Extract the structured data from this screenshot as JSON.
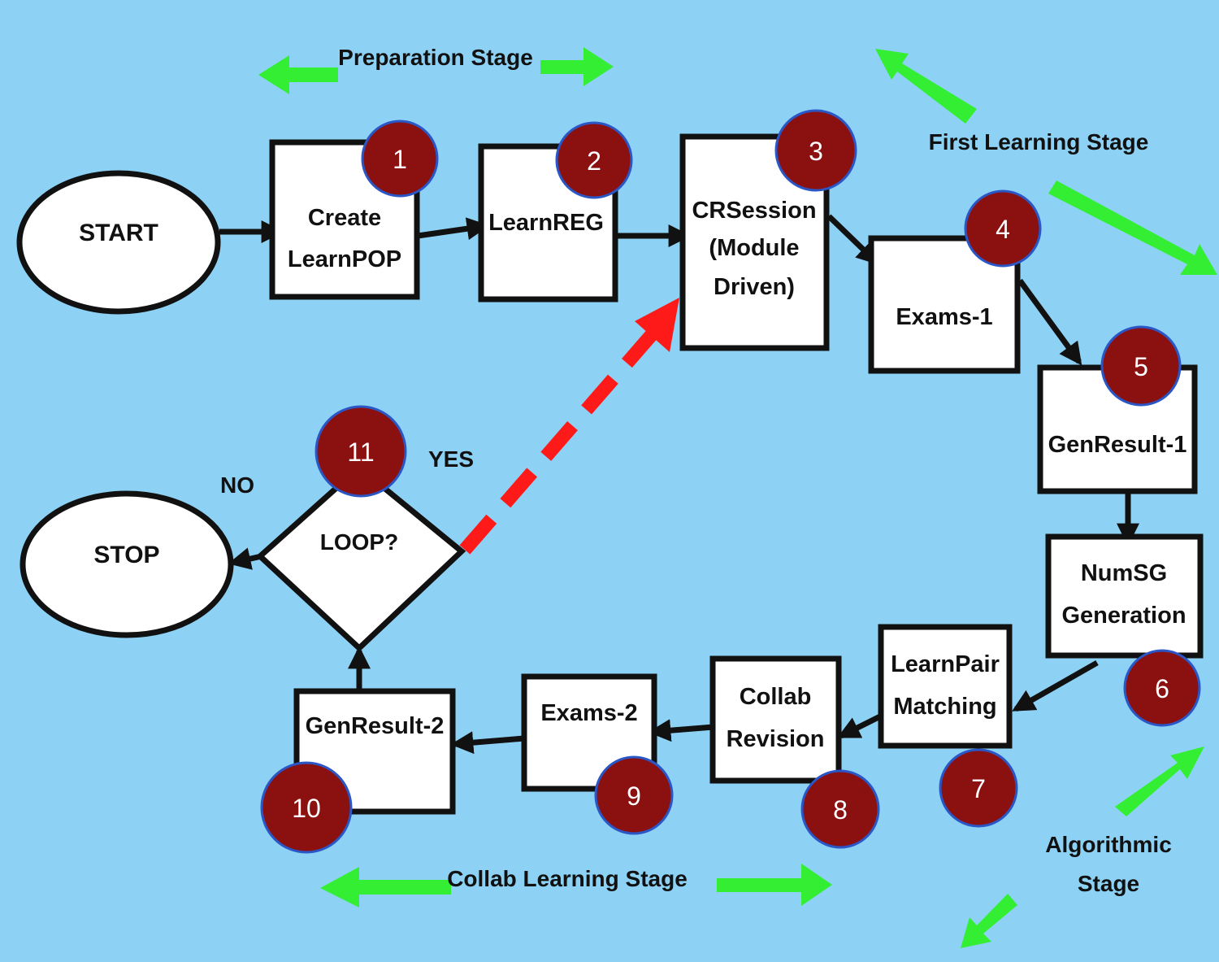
{
  "terminals": {
    "start": "START",
    "stop": "STOP"
  },
  "steps": {
    "s1": {
      "number": "1",
      "lines": [
        "Create",
        "LearnPOP"
      ]
    },
    "s2": {
      "number": "2",
      "lines": [
        "LearnREG"
      ]
    },
    "s3": {
      "number": "3",
      "lines": [
        "CRSession",
        "(Module",
        "Driven)"
      ]
    },
    "s4": {
      "number": "4",
      "lines": [
        "Exams-1"
      ]
    },
    "s5": {
      "number": "5",
      "lines": [
        "GenResult-1"
      ]
    },
    "s6": {
      "number": "6",
      "lines": [
        "NumSG",
        "Generation"
      ]
    },
    "s7": {
      "number": "7",
      "lines": [
        "LearnPair",
        "Matching"
      ]
    },
    "s8": {
      "number": "8",
      "lines": [
        "Collab",
        "Revision"
      ]
    },
    "s9": {
      "number": "9",
      "lines": [
        "Exams-2"
      ]
    },
    "s10": {
      "number": "10",
      "lines": [
        "GenResult-2"
      ]
    }
  },
  "decision": {
    "number": "11",
    "label": "LOOP?",
    "yes_label": "YES",
    "no_label": "NO"
  },
  "stages": {
    "preparation": "Preparation Stage",
    "first_learning": "First Learning Stage",
    "algorithmic_line1": "Algorithmic",
    "algorithmic_line2": "Stage",
    "collab_learning": "Collab Learning Stage"
  },
  "colors": {
    "background": "#8dd2f5",
    "badge_fill": "#8b1010",
    "badge_stroke": "#2a56c6",
    "stage_arrow": "#33ee33",
    "loop_arrow": "#ff1a1a",
    "box_fill": "#ffffff",
    "line": "#111111"
  }
}
